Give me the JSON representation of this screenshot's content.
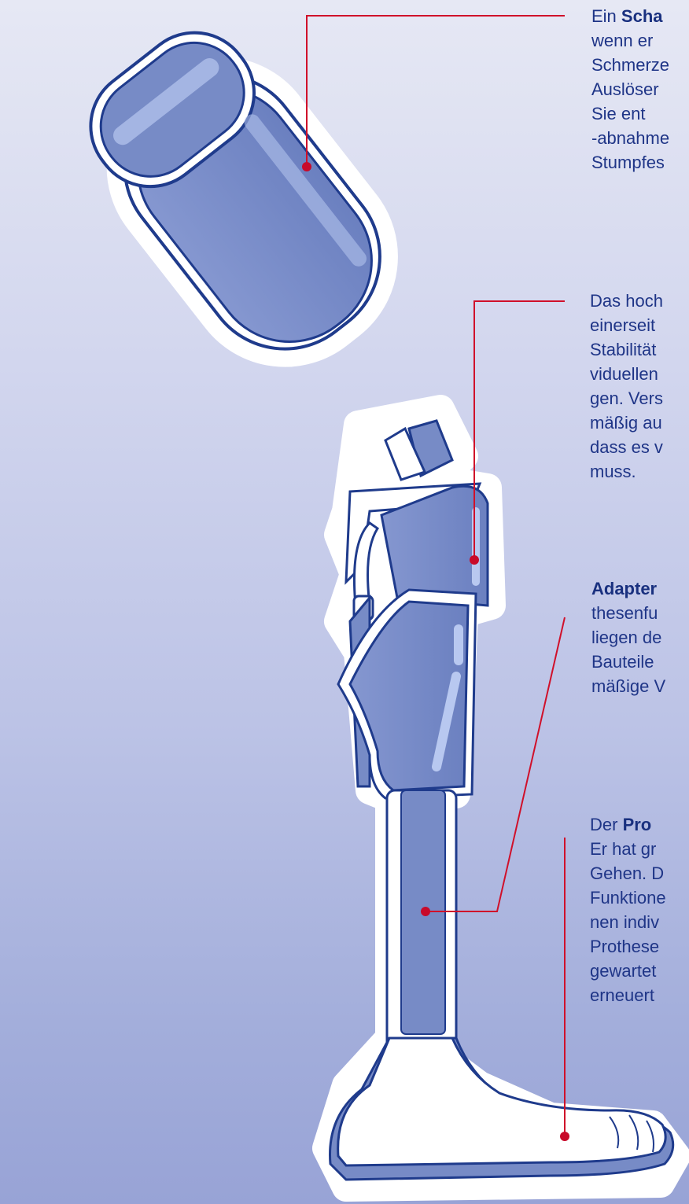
{
  "annotations": [
    {
      "id": "schaft",
      "segments": [
        {
          "text": "Ein ",
          "bold": false
        },
        {
          "text": "Scha",
          "bold": true
        }
      ],
      "lines": [
        "wenn  er",
        "Schmerze",
        "Auslöser",
        "Sie   ent",
        "-abnahme",
        "Stumpfes"
      ]
    },
    {
      "id": "knie",
      "segments": [
        {
          "text": "Das  hoch",
          "bold": false
        }
      ],
      "lines": [
        "einerseit",
        "Stabilität",
        "viduellen",
        "gen. Vers",
        "mäßig au",
        "dass es v",
        "muss."
      ]
    },
    {
      "id": "adapter",
      "segments": [
        {
          "text": "Adapter",
          "bold": true
        }
      ],
      "lines": [
        "thesenfu",
        "liegen de",
        "Bauteile",
        "mäßige V"
      ]
    },
    {
      "id": "fuss",
      "segments": [
        {
          "text": "Der  ",
          "bold": false
        },
        {
          "text": "Pro",
          "bold": true
        }
      ],
      "lines": [
        "Er  hat  gr",
        "Gehen. D",
        "Funktione",
        "nen indiv",
        "Prothese",
        "gewartet",
        "erneuert"
      ]
    }
  ],
  "colors": {
    "text": "#1f3587",
    "leader_line": "#d0102a",
    "leader_dot": "#c80a2a",
    "prosthesis_fill": "#778bc6",
    "prosthesis_outline": "#1f3b8c",
    "highlight": "#b8c8f0",
    "halo": "#ffffff"
  }
}
